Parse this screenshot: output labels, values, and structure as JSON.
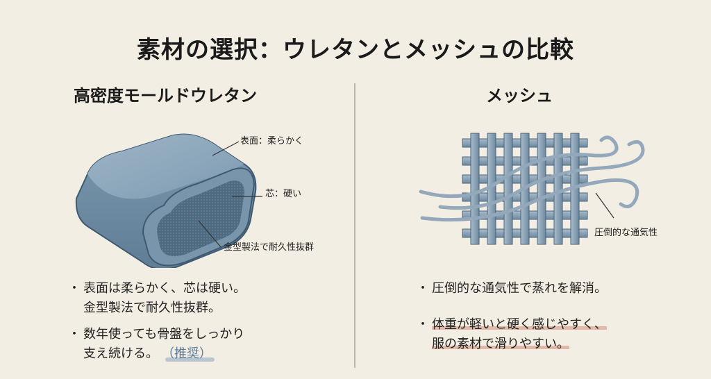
{
  "title": "素材の選択：ウレタンとメッシュの比較",
  "left": {
    "heading": "高密度モールドウレタン",
    "labels": {
      "surface": "表面：柔らかく",
      "core": "芯：硬い",
      "mold": "金型製法で耐久性抜群"
    },
    "bullets": [
      {
        "lines": [
          "表面は柔らかく、芯は硬い。",
          "金型製法で耐久性抜群。"
        ]
      },
      {
        "lines": [
          "数年使っても骨盤をしっかり",
          "支え続ける。"
        ],
        "tag": "（推奨）"
      }
    ]
  },
  "right": {
    "heading": "メッシュ",
    "labels": {
      "airflow": "圧倒的な通気性"
    },
    "bullets": [
      {
        "lines": [
          "圧倒的な通気性で蒸れを解消。"
        ]
      },
      {
        "lines": [
          "体重が軽いと硬く感じやすく、",
          "服の素材で滑りやすい。"
        ],
        "highlight": true
      }
    ]
  },
  "bullet_symbol": "・",
  "colors": {
    "background": "#f3eee3",
    "urethane": "#6f8ea8",
    "mesh": "#7f98ac",
    "recommend": "#5a7a9a",
    "warning_highlight": "#d48c78"
  }
}
